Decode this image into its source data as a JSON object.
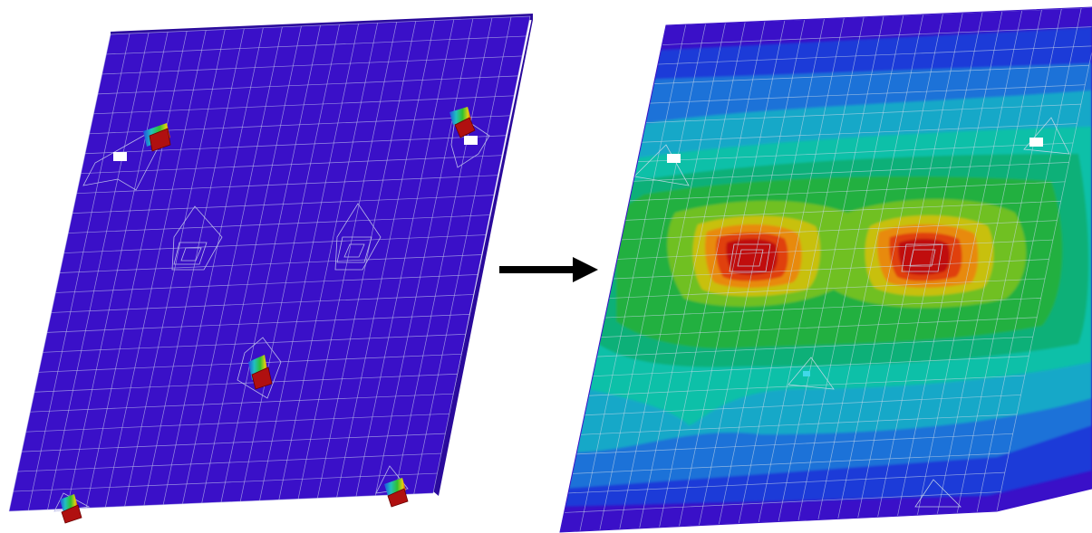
{
  "figure": {
    "panels": [
      {
        "id": "before",
        "colors": {
          "plate_face": "#3a10c8",
          "plate_edge": "#2a0a9c",
          "mesh_line": "#b8b8e8",
          "support_block": "#b01010",
          "support_block_edge": "#6a0000",
          "hole": "#ffffff"
        }
      },
      {
        "id": "after",
        "colors": {
          "contour_levels": [
            "#3a10c8",
            "#1a3ad8",
            "#1a72d8",
            "#12a8c8",
            "#10c0a8",
            "#10b078",
            "#20b040",
            "#70c020",
            "#c8c010",
            "#e88a10",
            "#e04010",
            "#c01010"
          ],
          "mesh_line": "#c8d8e8",
          "hole": "#ffffff"
        }
      }
    ],
    "arrow": {
      "color": "#000000",
      "direction": "right"
    }
  }
}
